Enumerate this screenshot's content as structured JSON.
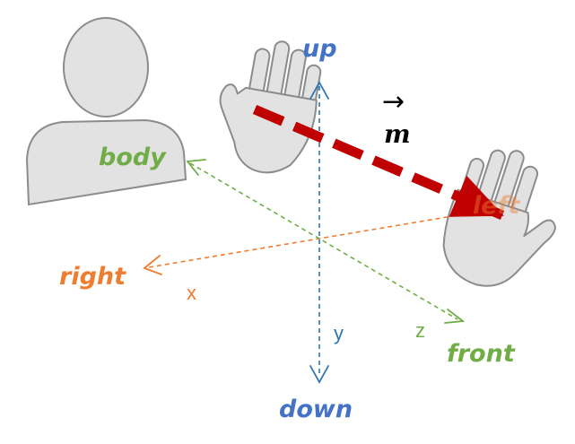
{
  "labels": {
    "up": "up",
    "down": "down",
    "body": "body",
    "right": "right",
    "left": "left",
    "front": "front",
    "x": "x",
    "y": "y",
    "z": "z",
    "vector": "m",
    "vector_arrow": "→"
  },
  "colors": {
    "vertical_blue": "#4472c4",
    "axis_blue": "#2e75b6",
    "orange": "#ed7d31",
    "green": "#70ad47",
    "motion_red": "#c00000",
    "figure_fill": "#e2e2e2",
    "figure_stroke": "#8c8c8c"
  },
  "icons": {
    "person": "person-silhouette-icon",
    "start_hand": "open-hand-icon",
    "end_hand": "open-hand-icon"
  }
}
